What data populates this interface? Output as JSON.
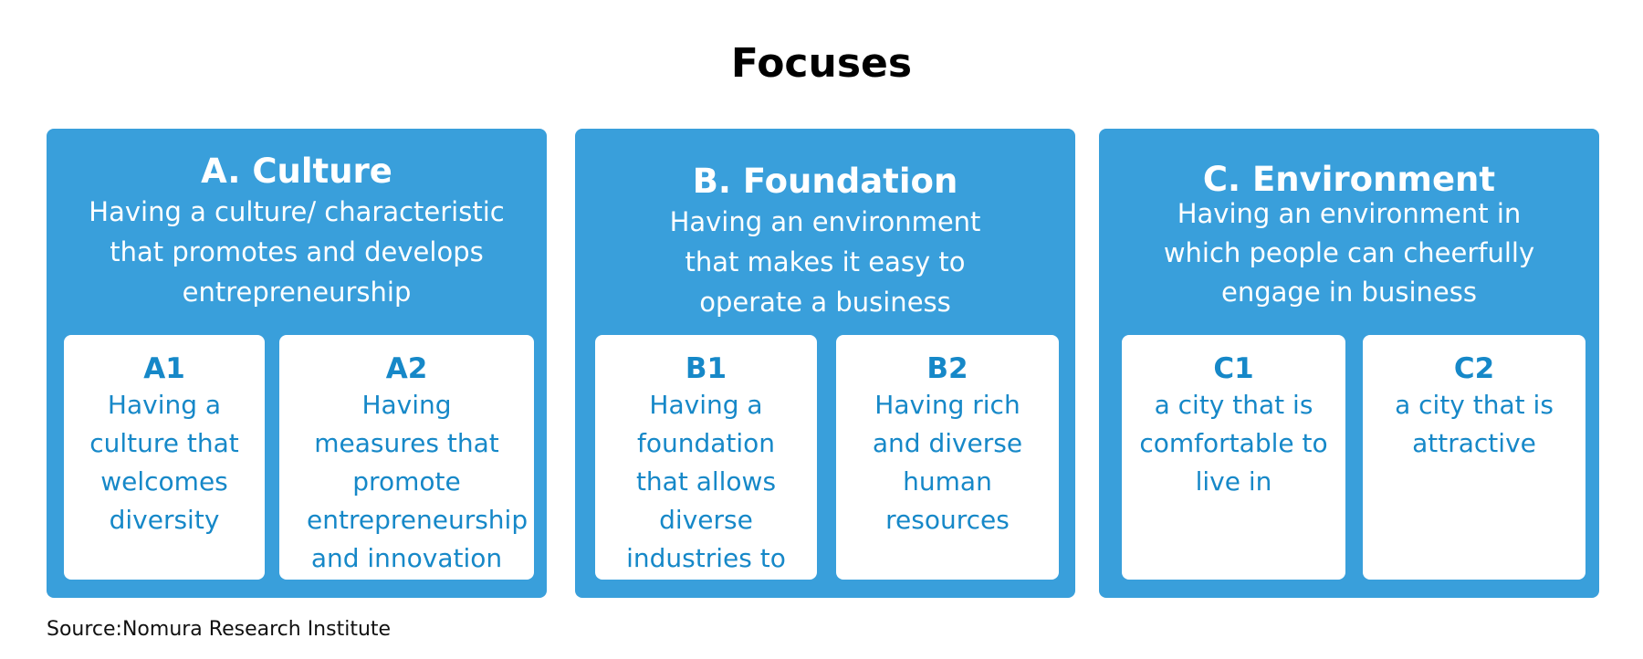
{
  "title": "Focuses",
  "focuses": [
    {
      "heading": "A. Culture",
      "description": "Having a culture/ characteristic that promotes and develops entrepreneurship",
      "items": [
        {
          "code": "A1",
          "text": "Having a culture that welcomes diversity"
        },
        {
          "code": "A2",
          "text": "Having measures that promote entrepreneurship and innovation"
        }
      ]
    },
    {
      "heading": "B. Foundation",
      "description": "Having an environment that makes it easy to operate a business",
      "items": [
        {
          "code": "B1",
          "text": "Having a foundation that allows diverse industries to"
        },
        {
          "code": "B2",
          "text": "Having rich and diverse human resources"
        }
      ]
    },
    {
      "heading": "C. Environment",
      "description": "Having an environment in which people can cheerfully engage in business",
      "items": [
        {
          "code": "C1",
          "text": "a city that is comfortable to live in"
        },
        {
          "code": "C2",
          "text": "a city that is attractive"
        }
      ]
    }
  ],
  "source": "Source:Nomura Research Institute",
  "colors": {
    "box": "#399fdb",
    "card_text": "#1688c8"
  }
}
